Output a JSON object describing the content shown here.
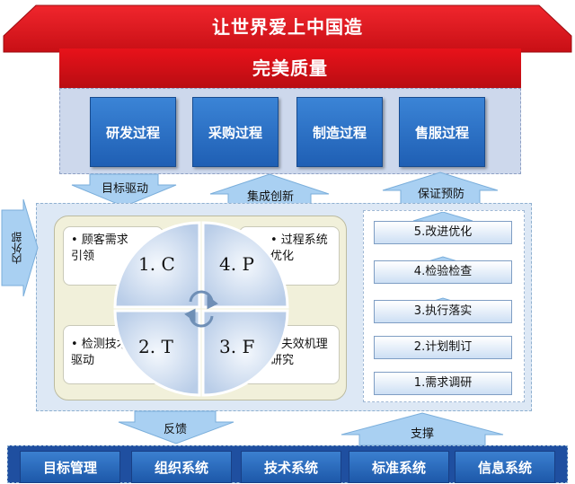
{
  "header": {
    "title": "让世界爱上中国造",
    "subtitle": "完美质量"
  },
  "processes": [
    {
      "label": "研发过程"
    },
    {
      "label": "采购过程"
    },
    {
      "label": "制造过程"
    },
    {
      "label": "售服过程"
    }
  ],
  "arrows": {
    "goal_driven": "目标驱动",
    "integrated_innovation": "集成创新",
    "assurance_prevention": "保证预防",
    "internal_external": "内外部",
    "feedback": "反馈",
    "support": "支撑"
  },
  "quadrants": [
    {
      "code": "1. C",
      "text": "• 顾客需求引领"
    },
    {
      "code": "4. P",
      "text": "• 过程系统优化"
    },
    {
      "code": "2. T",
      "text": "• 检测技术驱动"
    },
    {
      "code": "3. F",
      "text": "• 失效机理研究"
    }
  ],
  "steps": [
    {
      "label": "5.改进优化"
    },
    {
      "label": "4.检验检查"
    },
    {
      "label": "3.执行落实"
    },
    {
      "label": "2.计划制订"
    },
    {
      "label": "1.需求调研"
    }
  ],
  "systems": [
    {
      "label": "目标管理"
    },
    {
      "label": "组织系统"
    },
    {
      "label": "技术系统"
    },
    {
      "label": "标准系统"
    },
    {
      "label": "信息系统"
    }
  ],
  "colors": {
    "roof_red": "#e3141b",
    "box_blue": "#2a6fc4",
    "arrow_blue": "#8fc3ef"
  }
}
